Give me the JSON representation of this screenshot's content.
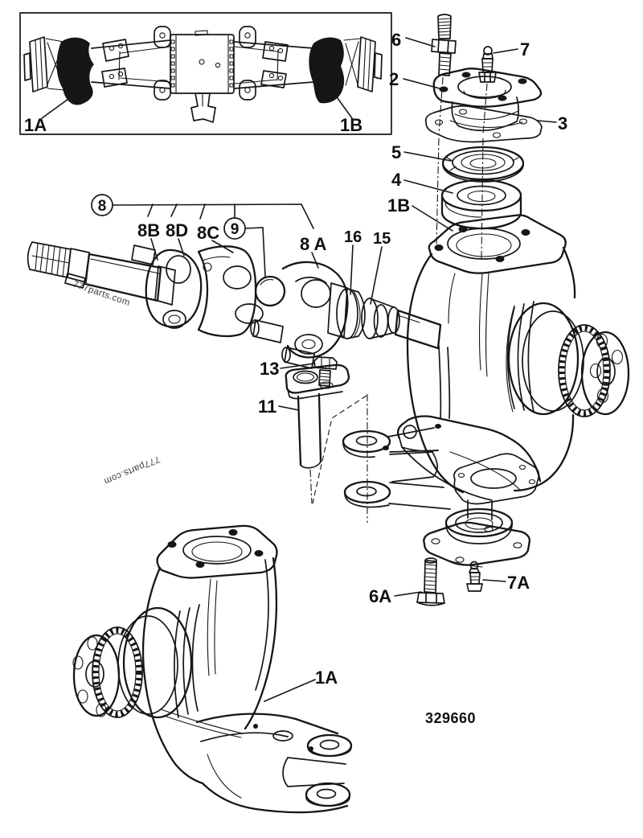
{
  "colors": {
    "ink": "#161616",
    "paper": "#ffffff"
  },
  "inset": {
    "left_label": "1A",
    "right_label": "1B"
  },
  "labels": {
    "n6": "6",
    "n7": "7",
    "n2": "2",
    "n3": "3",
    "n5": "5",
    "n4": "4",
    "n1b": "1B",
    "n8": "8",
    "n8b": "8B",
    "n8d": "8D",
    "n8c": "8C",
    "n9": "9",
    "n8a": "8 A",
    "n16": "16",
    "n15": "15",
    "n13": "13",
    "n11": "11",
    "n6a": "6A",
    "n7a": "7A",
    "n1a": "1A"
  },
  "part_number": "329660",
  "watermarks": {
    "upper": "777parts.com",
    "lower": "777parts.com"
  }
}
